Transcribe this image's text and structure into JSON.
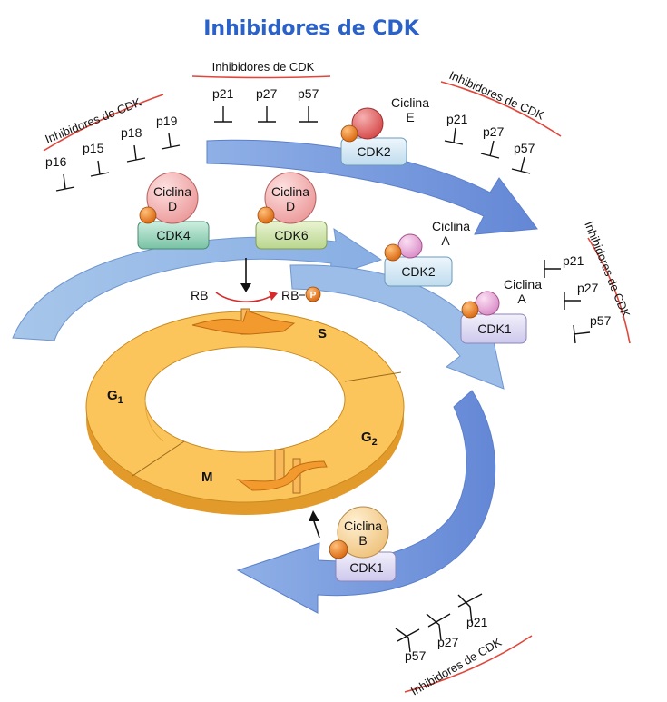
{
  "title": "Inhibidores de CDK",
  "colors": {
    "title": "#2a62c9",
    "inhibitor_line": "#e0463a",
    "arrow_light": "#a9c8ec",
    "arrow_dark": "#6a8fd8",
    "ring": "#fbc55c",
    "ring_side": "#e29a2a",
    "phosphate": "#e9811f",
    "cyclin_d": "#f2a3a3",
    "cyclin_e": "#e06060",
    "cyclin_a": "#e6a0d4",
    "cyclin_b": "#f6d39a"
  },
  "inhibitor_groups": {
    "top_left": {
      "label": "Inhibidores de CDK",
      "items": [
        "p16",
        "p15",
        "p18",
        "p19"
      ]
    },
    "top_center": {
      "label": "Inhibidores de CDK",
      "items": [
        "p21",
        "p27",
        "p57"
      ]
    },
    "top_right": {
      "label": "Inhibidores de CDK",
      "items": [
        "p21",
        "p27",
        "p57"
      ]
    },
    "right": {
      "label": "Inhibidores de CDK",
      "items": [
        "p21",
        "p27",
        "p57"
      ]
    },
    "bottom": {
      "label": "Inhibidores de CDK",
      "items": [
        "p21",
        "p27",
        "p57"
      ]
    }
  },
  "complexes": {
    "cd_cdk4": {
      "cyclin_line1": "Ciclina",
      "cyclin_line2": "D",
      "cdk": "CDK4"
    },
    "cd_cdk6": {
      "cyclin_line1": "Ciclina",
      "cyclin_line2": "D",
      "cdk": "CDK6"
    },
    "ce_cdk2": {
      "cyclin_line1": "Ciclina",
      "cyclin_line2": "E",
      "cdk": "CDK2"
    },
    "ca_cdk2": {
      "cyclin_line1": "Ciclina",
      "cyclin_line2": "A",
      "cdk": "CDK2"
    },
    "ca_cdk1": {
      "cyclin_line1": "Ciclina",
      "cyclin_line2": "A",
      "cdk": "CDK1"
    },
    "cb_cdk1": {
      "cyclin_line1": "Ciclina",
      "cyclin_line2": "B",
      "cdk": "CDK1"
    }
  },
  "rb": {
    "unphos": "RB",
    "phos": "RB",
    "phosphate": "P"
  },
  "phases": {
    "g1": "G",
    "g1_sub": "1",
    "s": "S",
    "g2": "G",
    "g2_sub": "2",
    "m": "M"
  }
}
